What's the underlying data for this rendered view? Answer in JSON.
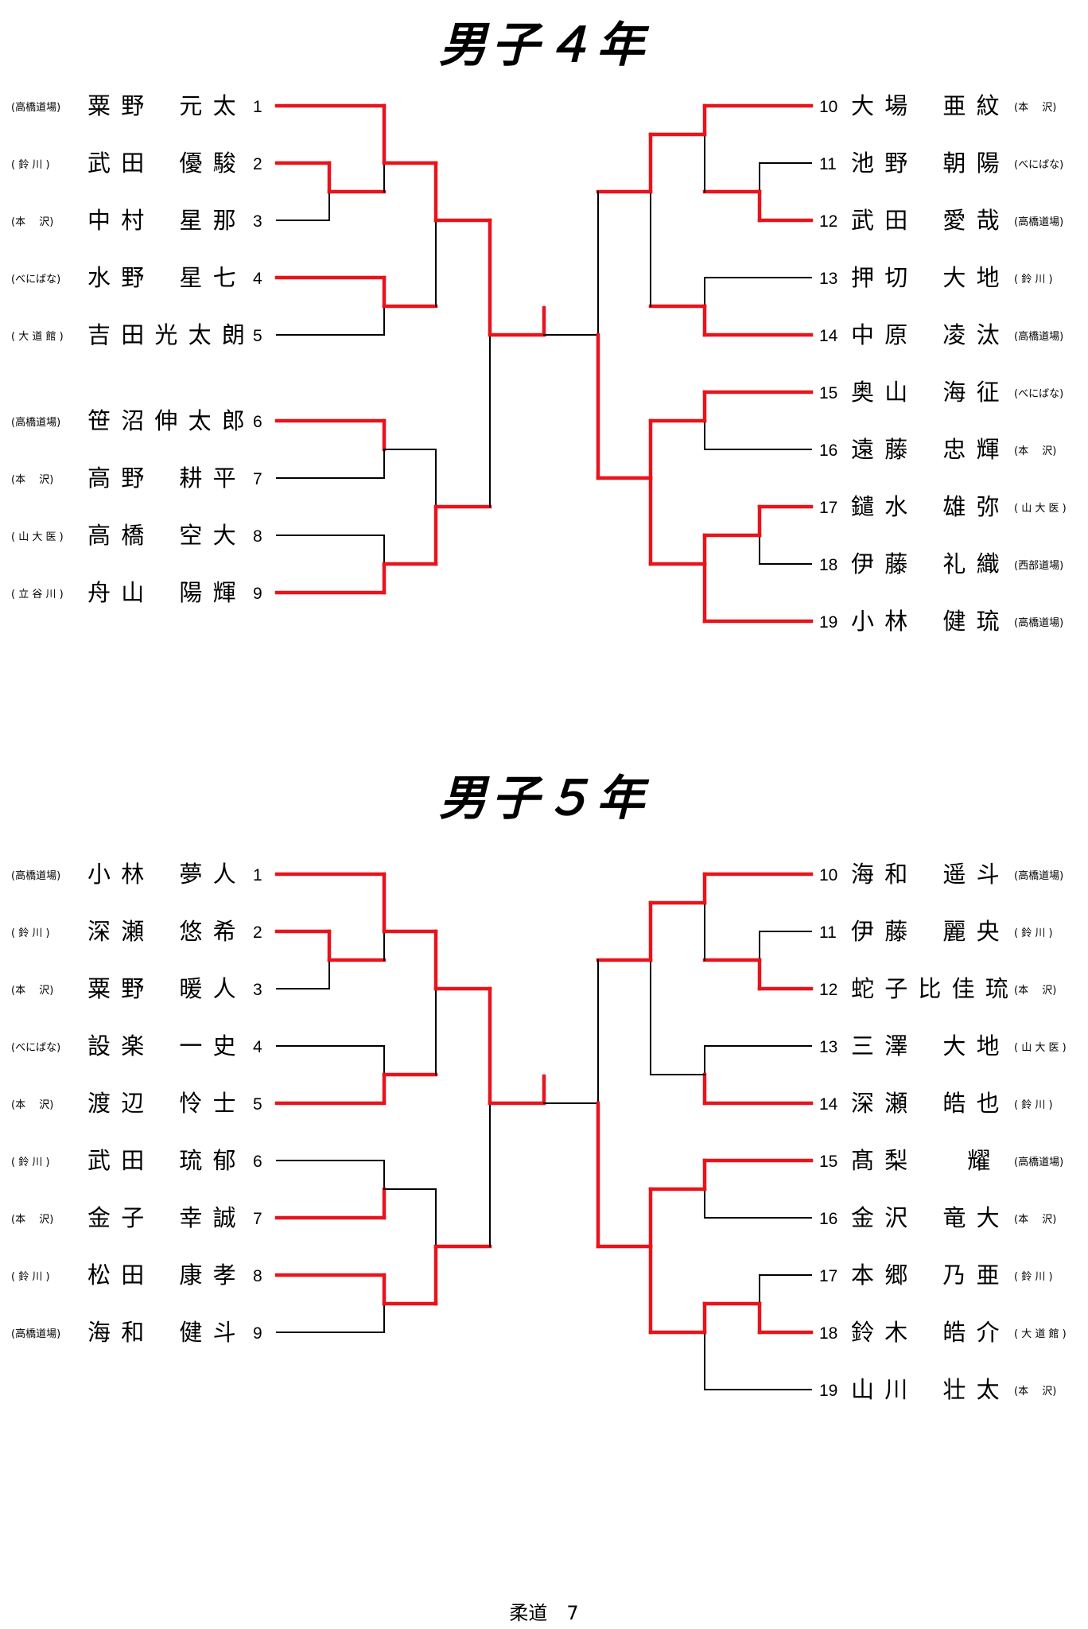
{
  "footer": "柔道　7",
  "sections": [
    {
      "title": "男子４年",
      "left": [
        {
          "club": "(高橋道場)",
          "name": "粟 野　 元 太",
          "num": "1"
        },
        {
          "club": "( 鈴 川 )",
          "name": "武 田　 優 駿",
          "num": "2"
        },
        {
          "club": "(本　 沢)",
          "name": "中 村　 星 那",
          "num": "3"
        },
        {
          "club": "(べにばな)",
          "name": "水 野　 星 七",
          "num": "4"
        },
        {
          "club": "( 大 道 館 )",
          "name": "吉 田 光 太 朗",
          "num": "5"
        },
        {
          "club": "(高橋道場)",
          "name": "笹 沼 伸 太 郎",
          "num": "6"
        },
        {
          "club": "(本　 沢)",
          "name": "高 野　 耕 平",
          "num": "7"
        },
        {
          "club": "( 山 大 医 )",
          "name": "高 橋　 空 大",
          "num": "8"
        },
        {
          "club": "( 立 谷 川 )",
          "name": "舟 山　 陽 輝",
          "num": "9"
        }
      ],
      "right": [
        {
          "num": "10",
          "name": "大 場　 亜 紋",
          "club": "(本　 沢)"
        },
        {
          "num": "11",
          "name": "池 野　 朝 陽",
          "club": "(べにばな)"
        },
        {
          "num": "12",
          "name": "武 田　 愛 哉",
          "club": "(高橋道場)"
        },
        {
          "num": "13",
          "name": "押 切　 大 地",
          "club": "( 鈴 川 )"
        },
        {
          "num": "14",
          "name": "中 原　 凌 汰",
          "club": "(高橋道場)"
        },
        {
          "num": "15",
          "name": "奥 山　 海 征",
          "club": "(べにばな)"
        },
        {
          "num": "16",
          "name": "遠 藤　 忠 輝",
          "club": "(本　 沢)"
        },
        {
          "num": "17",
          "name": "鑓 水　 雄 弥",
          "club": "( 山 大 医 )"
        },
        {
          "num": "18",
          "name": "伊 藤　 礼 織",
          "club": "(西部道場)"
        },
        {
          "num": "19",
          "name": "小 林　 健 琉",
          "club": "(高橋道場)"
        }
      ]
    },
    {
      "title": "男子５年",
      "left": [
        {
          "club": "(高橋道場)",
          "name": "小 林　 夢 人",
          "num": "1"
        },
        {
          "club": "( 鈴 川 )",
          "name": "深 瀬　 悠 希",
          "num": "2"
        },
        {
          "club": "(本　 沢)",
          "name": "粟 野　 暖 人",
          "num": "3"
        },
        {
          "club": "(べにばな)",
          "name": "設 楽　 一 史",
          "num": "4"
        },
        {
          "club": "(本　 沢)",
          "name": "渡 辺　 怜 士",
          "num": "5"
        },
        {
          "club": "( 鈴 川 )",
          "name": "武 田　 琉 郁",
          "num": "6"
        },
        {
          "club": "(本　 沢)",
          "name": "金 子　 幸 誠",
          "num": "7"
        },
        {
          "club": "( 鈴 川 )",
          "name": "松 田　 康 孝",
          "num": "8"
        },
        {
          "club": "(高橋道場)",
          "name": "海 和　 健 斗",
          "num": "9"
        }
      ],
      "right": [
        {
          "num": "10",
          "name": "海 和　 遥 斗",
          "club": "(高橋道場)"
        },
        {
          "num": "11",
          "name": "伊 藤　 麗 央",
          "club": "( 鈴 川 )"
        },
        {
          "num": "12",
          "name": "蛇 子 比 佳 琉",
          "club": "(本　 沢)"
        },
        {
          "num": "13",
          "name": "三 澤　 大 地",
          "club": "( 山 大 医 )"
        },
        {
          "num": "14",
          "name": "深 瀬　 皓 也",
          "club": "( 鈴 川 )"
        },
        {
          "num": "15",
          "name": "髙 梨　　 耀",
          "club": "(高橋道場)"
        },
        {
          "num": "16",
          "name": "金 沢　 竜 大",
          "club": "(本　 沢)"
        },
        {
          "num": "17",
          "name": "本 郷　 乃 亜",
          "club": "( 鈴 川 )"
        },
        {
          "num": "18",
          "name": "鈴 木　 皓 介",
          "club": "( 大 道 館 )"
        },
        {
          "num": "19",
          "name": "山 川　 壮 太",
          "club": "(本　 沢)"
        }
      ]
    }
  ],
  "colors": {
    "win": "#e8141c",
    "lose": "#000000"
  }
}
